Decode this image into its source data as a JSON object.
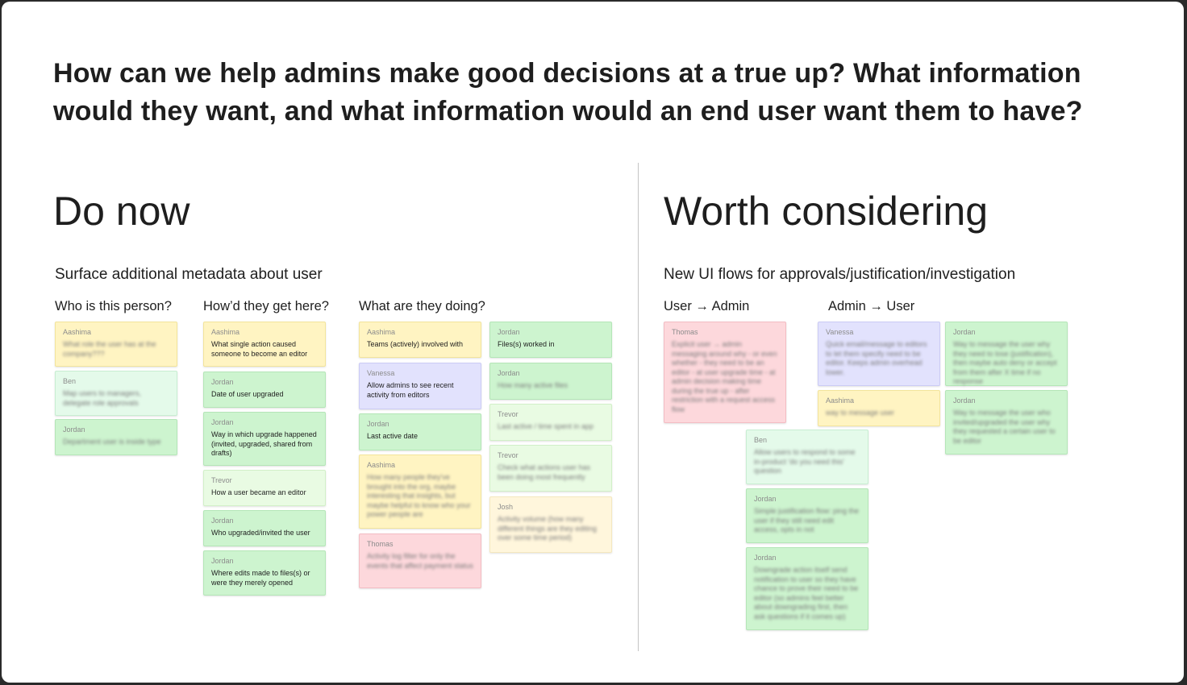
{
  "question": "How can we help admins make good decisions at a true up? What information would they want, and what information would an end user want them to have?",
  "sections": {
    "do_now": {
      "title": "Do now",
      "group": "Surface additional metadata about user",
      "columns": [
        "Who is this person?",
        "How’d they get here?",
        "What are they doing?"
      ]
    },
    "worth_considering": {
      "title": "Worth considering",
      "group": "New UI flows for approvals/justification/investigation",
      "columns": [
        "User → Admin",
        "Admin → User"
      ]
    }
  },
  "notes": [
    {
      "author": "Aashima",
      "text": "What role the user has at the company???",
      "color": "yellow",
      "blurred": true
    },
    {
      "author": "Ben",
      "text": "Map users to managers, delegate role approvals",
      "color": "mint",
      "blurred": true
    },
    {
      "author": "Jordan",
      "text": "Department user is inside type",
      "color": "green",
      "blurred": true
    },
    {
      "author": "Aashima",
      "text": "What single action caused someone to become an editor",
      "color": "yellow",
      "blurred": false
    },
    {
      "author": "Jordan",
      "text": "Date of user upgraded",
      "color": "green",
      "blurred": false
    },
    {
      "author": "Jordan",
      "text": "Way in which upgrade happened (invited, upgraded, shared from drafts)",
      "color": "green",
      "blurred": false
    },
    {
      "author": "Trevor",
      "text": "How a user became an editor",
      "color": "lgreen",
      "blurred": false
    },
    {
      "author": "Jordan",
      "text": "Who upgraded/invited the user",
      "color": "green",
      "blurred": false
    },
    {
      "author": "Jordan",
      "text": "Where edits made to files(s) or were they merely opened",
      "color": "green",
      "blurred": false
    },
    {
      "author": "Aashima",
      "text": "Teams (actively) involved with",
      "color": "yellow",
      "blurred": false
    },
    {
      "author": "Vanessa",
      "text": "Allow admins to see recent activity from editors",
      "color": "lav",
      "blurred": false
    },
    {
      "author": "Jordan",
      "text": "Last active date",
      "color": "green",
      "blurred": false
    },
    {
      "author": "Aashima",
      "text": "How many people they've brought into the org, maybe interesting that insights, but maybe helpful to know who your power people are",
      "color": "yellow",
      "blurred": true
    },
    {
      "author": "Thomas",
      "text": "Activity log filter for only the events that affect payment status",
      "color": "pink",
      "blurred": true
    },
    {
      "author": "Jordan",
      "text": "Files(s) worked in",
      "color": "green",
      "blurred": false
    },
    {
      "author": "Jordan",
      "text": "How many active files",
      "color": "green",
      "blurred": true
    },
    {
      "author": "Trevor",
      "text": "Last active / time spent in app",
      "color": "lgreen",
      "blurred": true
    },
    {
      "author": "Trevor",
      "text": "Check what actions user has been doing most frequently",
      "color": "lgreen",
      "blurred": true
    },
    {
      "author": "Josh",
      "text": "Activity volume (how many different things are they editing over some time period)",
      "color": "cream",
      "blurred": true
    },
    {
      "author": "Thomas",
      "text": "Explicit user → admin messaging around why - or even whether - they need to be an editor - at user upgrade time - at admin decision making time during the true up - after restriction with a request access flow",
      "color": "pink",
      "blurred": true
    },
    {
      "author": "Ben",
      "text": "Allow users to respond to some in-product 'do you need this' question",
      "color": "mint",
      "blurred": true
    },
    {
      "author": "Jordan",
      "text": "Simple justification flow: ping the user if they still need edit access, opts in not",
      "color": "green",
      "blurred": true
    },
    {
      "author": "Jordan",
      "text": "Downgrade action itself send notification to user so they have chance to prove their need to be editor (so admins feel better about downgrading first, then ask questions if it comes up)",
      "color": "green",
      "blurred": true
    },
    {
      "author": "Vanessa",
      "text": "Quick email/message to editors to let them specify need to be editor. Keeps admin overhead lower.",
      "color": "lav",
      "blurred": true
    },
    {
      "author": "Aashima",
      "text": "way to message user",
      "color": "yellow",
      "blurred": true
    },
    {
      "author": "Jordan",
      "text": "Way to message the user why they need to lose (justification), then maybe auto deny or accept from them after X time if no response",
      "color": "green",
      "blurred": true
    },
    {
      "author": "Jordan",
      "text": "Way to message the user who invited/upgraded the user why they requested a certain user to be editor",
      "color": "green",
      "blurred": true
    }
  ]
}
